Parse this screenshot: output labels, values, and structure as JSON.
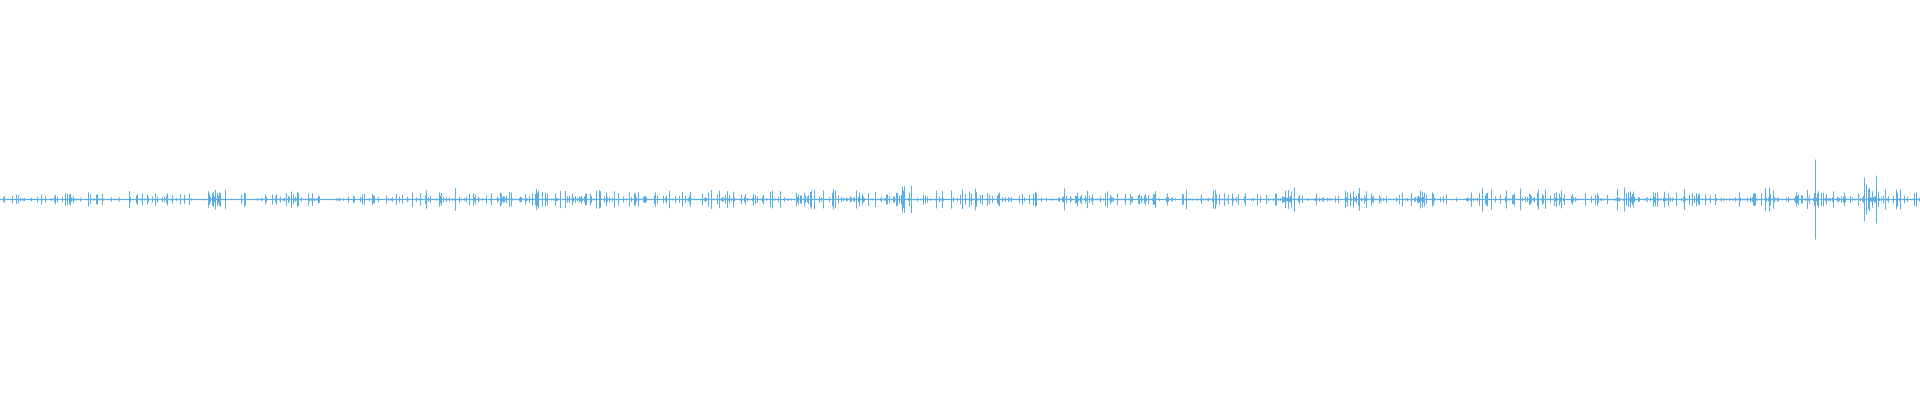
{
  "waveform": {
    "color": "#5aaee3",
    "background": "#ffffff",
    "peak_envelope": [
      0.04,
      0.06,
      0.05,
      0.07,
      0.06,
      0.05,
      0.08,
      0.06,
      0.05,
      0.07,
      0.09,
      0.06,
      0.05,
      0.07,
      0.06,
      0.08,
      0.07,
      0.06,
      0.05,
      0.08,
      0.09,
      0.1,
      0.08,
      0.07,
      0.06,
      0.09,
      0.1,
      0.08,
      0.09,
      0.07,
      0.06,
      0.08,
      0.1,
      0.09,
      0.07,
      0.06,
      0.08,
      0.07,
      0.09,
      0.1,
      0.08,
      0.07,
      0.12,
      0.09,
      0.08,
      0.1,
      0.09,
      0.07,
      0.08,
      0.1,
      0.09,
      0.08,
      0.07,
      0.06,
      0.09,
      0.1,
      0.08,
      0.07,
      0.06,
      0.08,
      0.1,
      0.09,
      0.08,
      0.1,
      0.07,
      0.06,
      0.08,
      0.07,
      0.09,
      0.1,
      0.08,
      0.1,
      0.09,
      0.08,
      0.07,
      0.09,
      0.1,
      0.08,
      0.09,
      0.07,
      0.06,
      0.08,
      0.1,
      0.09,
      0.08,
      0.07,
      0.06,
      0.2,
      0.1,
      0.12
    ],
    "spike_amplitude": 0.2
  }
}
